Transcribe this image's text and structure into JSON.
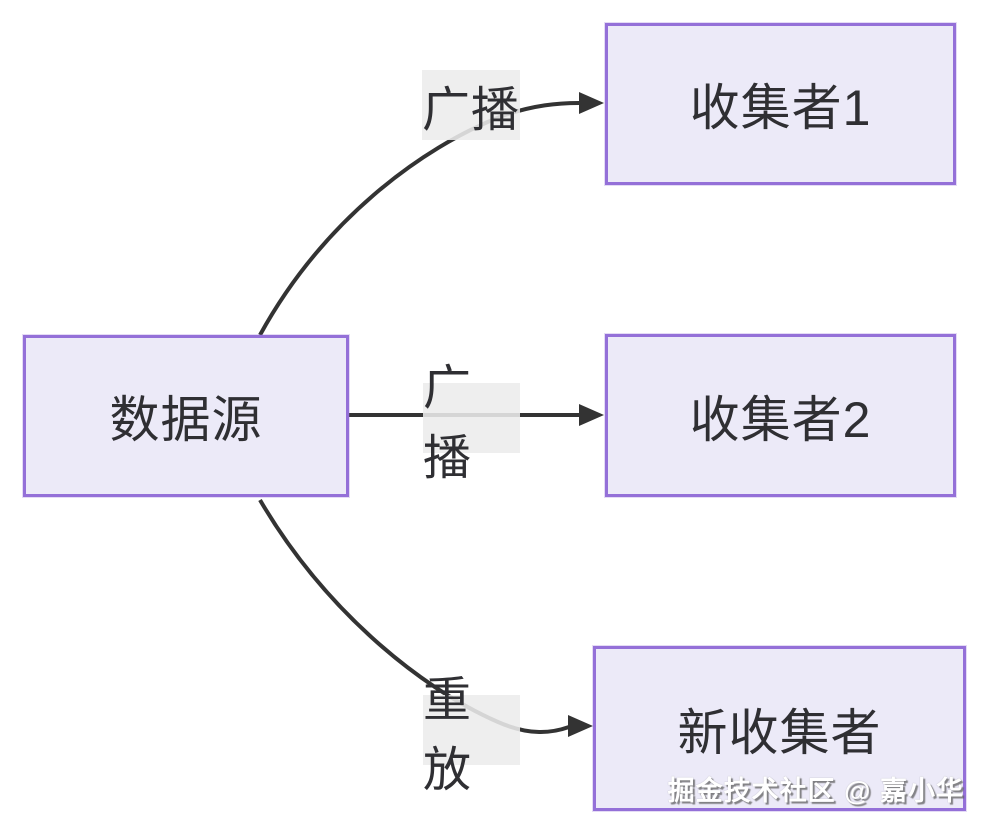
{
  "diagram": {
    "nodes": {
      "source": {
        "label": "数据源"
      },
      "collector1": {
        "label": "收集者1"
      },
      "collector2": {
        "label": "收集者2"
      },
      "new_collector": {
        "label": "新收集者"
      }
    },
    "edges": [
      {
        "from": "数据源",
        "to": "收集者1",
        "label": "广播",
        "style": "curved-up"
      },
      {
        "from": "数据源",
        "to": "收集者2",
        "label": "广播",
        "style": "straight"
      },
      {
        "from": "数据源",
        "to": "新收集者",
        "label": "重放",
        "style": "curved-down"
      }
    ],
    "watermark": "掘金技术社区 @ 嘉小华",
    "colors": {
      "node_border": "#9470d8",
      "node_fill": "#eceaf8",
      "edge_line": "#333333",
      "label_bg": "#ececec",
      "text": "#2f2f33",
      "watermark_text": "#ffffff",
      "background": "#ffffff"
    }
  }
}
